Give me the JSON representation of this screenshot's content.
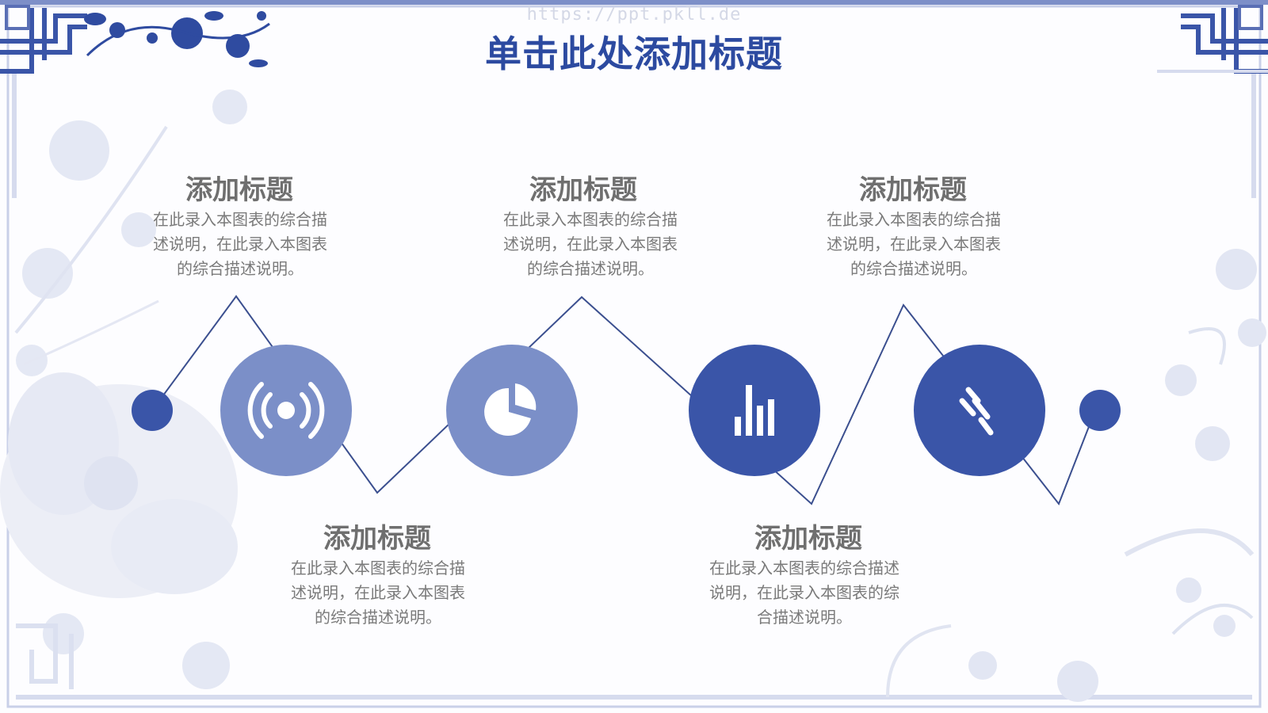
{
  "watermark": "https://ppt.pkll.de",
  "slide_title": "单击此处添加标题",
  "colors": {
    "dark_blue": "#3a55a8",
    "light_blue": "#7b8fc8",
    "line": "#3b4f8f",
    "title": "#2c4aa0",
    "heading_gray": "#6f6f6f",
    "desc_gray": "#7a7a7a"
  },
  "items": [
    {
      "title": "添加标题",
      "lines": [
        "在此录入本图表的综合描",
        "述说明，在此录入本图表",
        "的综合描述说明。"
      ],
      "icon": "broadcast-icon"
    },
    {
      "title": "添加标题",
      "lines": [
        "在此录入本图表的综合描",
        "述说明，在此录入本图表",
        "的综合描述说明。"
      ],
      "icon": "pie-chart-icon"
    },
    {
      "title": "添加标题",
      "lines": [
        "在此录入本图表的综合描",
        "述说明，在此录入本图表",
        "的综合描述说明。"
      ],
      "icon": "bar-chart-icon"
    },
    {
      "title": "添加标题",
      "lines": [
        "在此录入本图表的综合描述",
        "说明，在此录入本图表的综",
        "合描述说明。"
      ],
      "icon": "link-icon"
    },
    {
      "title": "添加标题",
      "lines": [
        "在此录入本图表的综合描",
        "述说明，在此录入本图表",
        "的综合描述说明。"
      ],
      "icon": "none"
    }
  ]
}
